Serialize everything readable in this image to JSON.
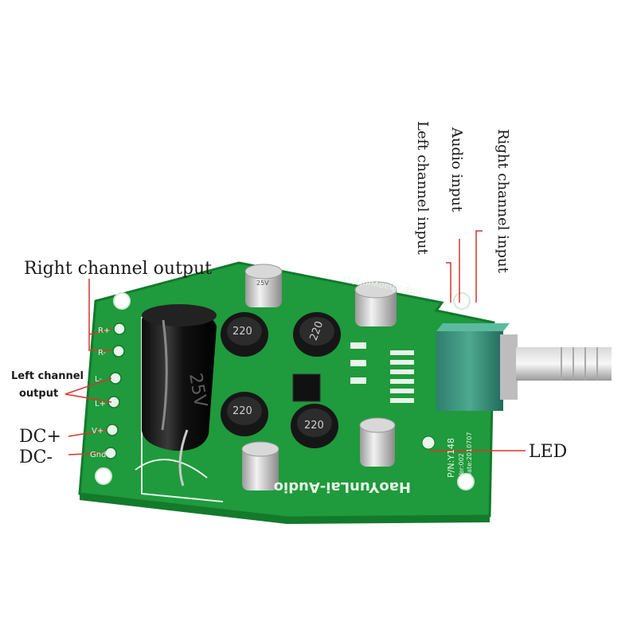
{
  "labels": {
    "right_channel_output": "Right channel output",
    "left_channel_output_line1": "Left channel",
    "left_channel_output_line2": "output",
    "dc_plus": "DC+",
    "dc_minus": "DC-",
    "led": "LED",
    "left_channel_input": "Left channel input",
    "audio_input": "Audio input",
    "right_channel_input": "Right channel input"
  },
  "board": {
    "silkscreen_brand": "HaoYunLai-Audio",
    "silkscreen_url": "http://haoyunlai.tv",
    "part_number": "P/N:Y148",
    "version": "Ver:002",
    "date": "Date:2010707",
    "pin_r_plus": "R+",
    "pin_r_minus": "R-",
    "pin_l_minus": "L-",
    "pin_l_plus": "L+",
    "pin_v_plus": "V+",
    "pin_gnd": "Gnd",
    "cap_voltage": "25V",
    "inductor_value": "220",
    "small_cap_text": "25V"
  },
  "colors": {
    "pcb_green": "#1f9a3c",
    "pcb_dark": "#137a2c",
    "silkscreen": "#e8f5e9",
    "arrow_red": "#d9342b"
  }
}
